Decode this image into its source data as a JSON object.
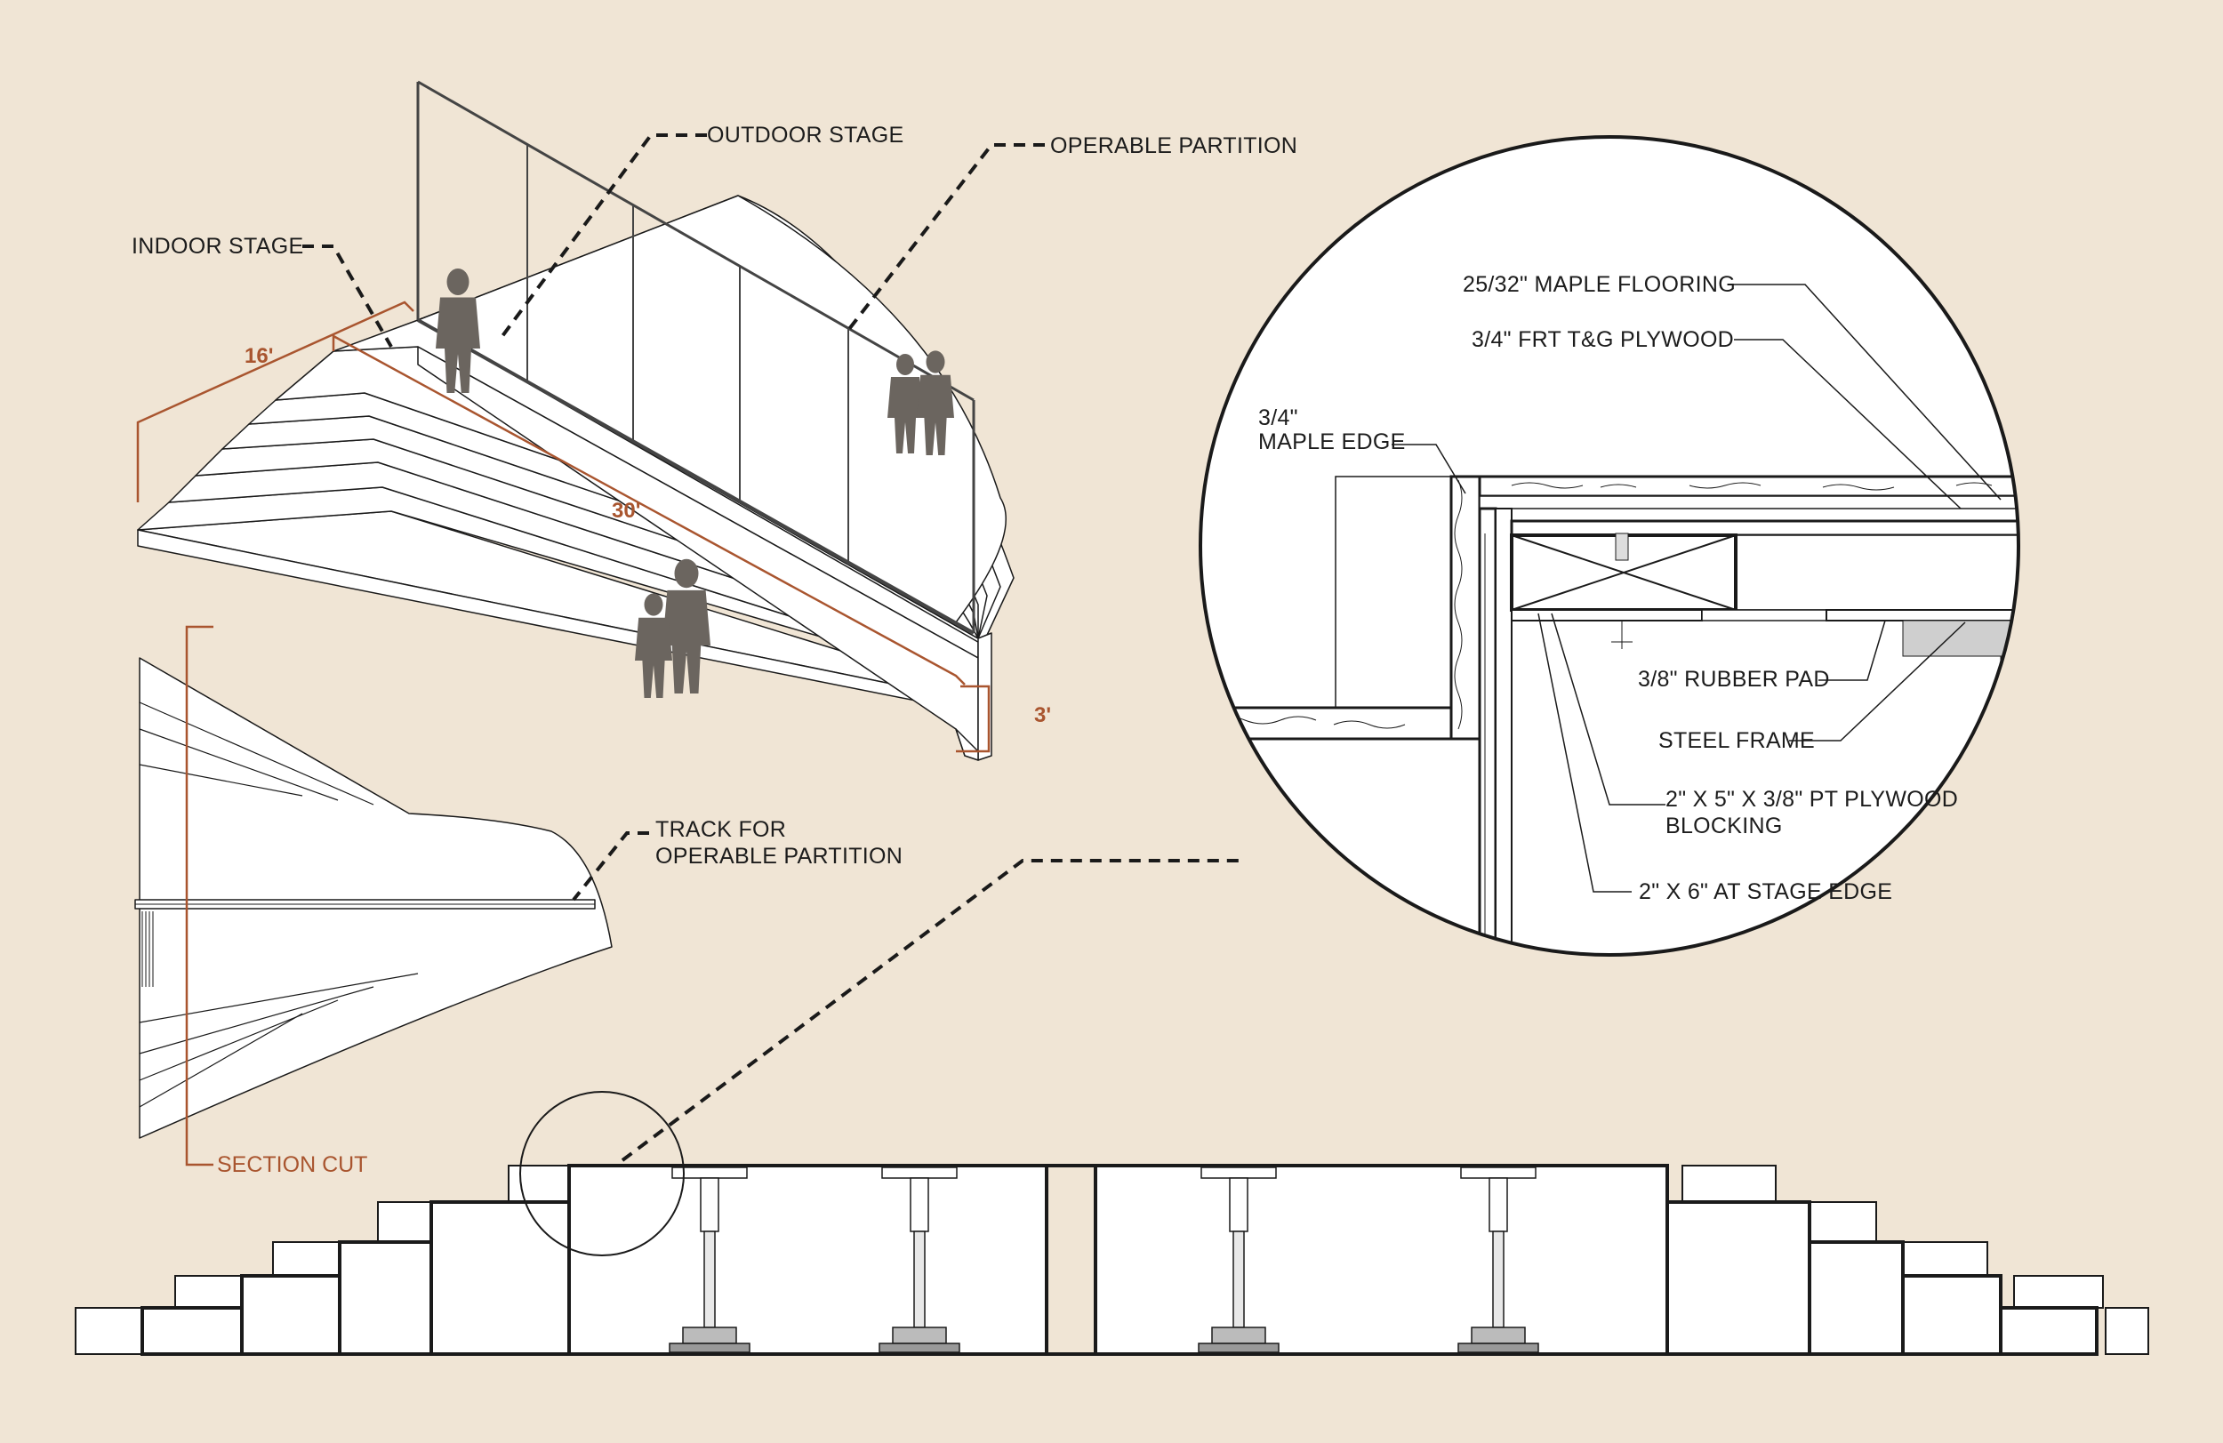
{
  "colors": {
    "background": "#f0e5d5",
    "line": "#1a1a1a",
    "dimension": "#a9552f",
    "figure": "#6b655f",
    "fill": "#ffffff"
  },
  "labels": {
    "indoor_stage": "INDOOR STAGE",
    "outdoor_stage": "OUTDOOR STAGE",
    "operable_partition": "OPERABLE PARTITION",
    "track_line1": "TRACK FOR",
    "track_line2": "OPERABLE PARTITION",
    "section_cut": "SECTION CUT"
  },
  "dimensions": {
    "width": "16'",
    "length": "30'",
    "height": "3'"
  },
  "detail": {
    "maple_flooring": "25/32\" MAPLE FLOORING",
    "frt_plywood": "3/4\" FRT T&G PLYWOOD",
    "maple_edge_line1": "3/4\"",
    "maple_edge_line2": "MAPLE EDGE",
    "rubber_pad": "3/8\" RUBBER PAD",
    "steel_frame": "STEEL FRAME",
    "blocking_line1": "2\" X 5\" X 3/8\" PT PLYWOOD",
    "blocking_line2": "BLOCKING",
    "stage_edge": "2\" X 6\" AT STAGE EDGE"
  }
}
